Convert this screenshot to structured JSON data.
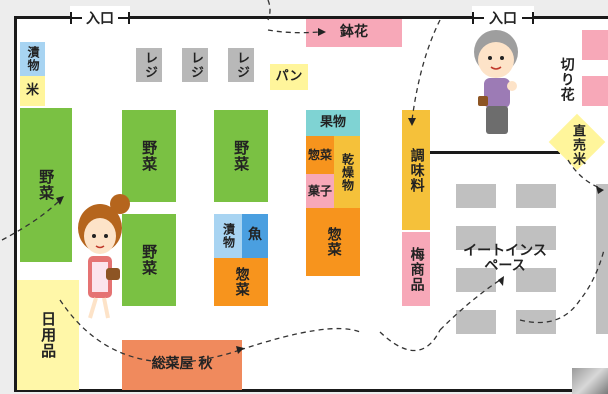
{
  "entrance": {
    "left": "入口",
    "right": "入口"
  },
  "sections": {
    "pickles": "漬物",
    "rice_left": "米",
    "veg_wall": "野菜",
    "register_1": "レジ",
    "register_2": "レジ",
    "register_3": "レジ",
    "bread": "パン",
    "veg_1": "野菜",
    "veg_2": "野菜",
    "veg_3": "野菜",
    "potted_flowers": "鉢花",
    "fruit": "果物",
    "deli_small": "惣菜",
    "dried": "乾燥物",
    "sweets": "菓子",
    "deli_large": "惣菜",
    "pickles_2": "漬物",
    "fish": "魚",
    "deli_mid": "惣菜",
    "seasoning": "調味料",
    "plum_products": "梅商品",
    "eat_in": "イートインスペース",
    "cut_flowers": "切り花",
    "direct_rice": "直売米",
    "daily_goods": "日用品",
    "deli_shop": "総菜屋 秋"
  },
  "colors": {
    "vegetable": "#7ac143",
    "register": "#b8b8b8",
    "bread": "#fff59b",
    "pink": "#f7a8b8",
    "cyan": "#7fd3d3",
    "orange": "#f7941d",
    "yellow": "#f5c13a",
    "light_yellow": "#fff7a8",
    "salmon": "#f08a5d",
    "blue": "#4a9fe0",
    "light_blue": "#a8d4f2",
    "gray": "#c0c0c0",
    "wall": "#1a1a1a"
  }
}
